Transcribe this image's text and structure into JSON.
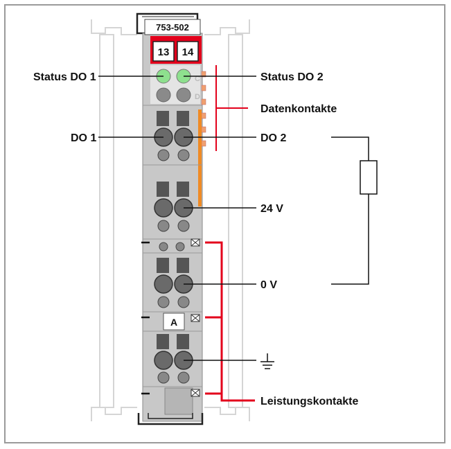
{
  "module": {
    "part_number": "753-502",
    "terminal_left": "13",
    "terminal_right": "14",
    "marker": "A",
    "led_letters": [
      "C",
      "D"
    ]
  },
  "labels": {
    "status_do1": "Status DO 1",
    "status_do2": "Status DO 2",
    "datenkontakte": "Datenkontakte",
    "do1": "DO 1",
    "do2": "DO 2",
    "v24": "24 V",
    "v0": "0 V",
    "leistungskontakte": "Leistungskontakte"
  },
  "colors": {
    "module_body": "#c8c8c8",
    "module_dark": "#555555",
    "led_green": "#8ee08e",
    "red": "#e3001b",
    "orange": "#f08a24",
    "rail": "#d9d9d9"
  },
  "icons": [
    "ground-symbol-icon",
    "load-resistor-icon"
  ]
}
